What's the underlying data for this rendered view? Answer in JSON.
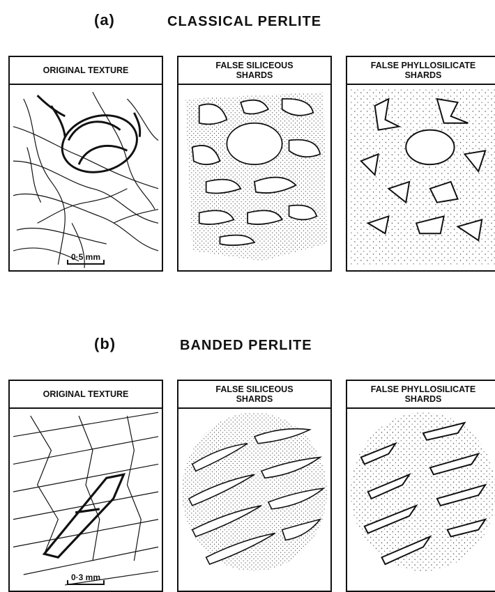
{
  "figure": {
    "section_a": {
      "letter": "(a)",
      "title": "CLASSICAL PERLITE",
      "panels": [
        {
          "label_line1": "ORIGINAL TEXTURE",
          "label_line2": "",
          "scale": "0·5 mm"
        },
        {
          "label_line1": "FALSE SILICEOUS",
          "label_line2": "SHARDS"
        },
        {
          "label_line1": "FALSE PHYLLOSILICATE",
          "label_line2": "SHARDS"
        }
      ]
    },
    "section_b": {
      "letter": "(b)",
      "title": "BANDED PERLITE",
      "panels": [
        {
          "label_line1": "ORIGINAL TEXTURE",
          "label_line2": "",
          "scale": "0·3 mm"
        },
        {
          "label_line1": "FALSE SILICEOUS",
          "label_line2": "SHARDS"
        },
        {
          "label_line1": "FALSE PHYLLOSILICATE",
          "label_line2": "SHARDS"
        }
      ]
    }
  }
}
